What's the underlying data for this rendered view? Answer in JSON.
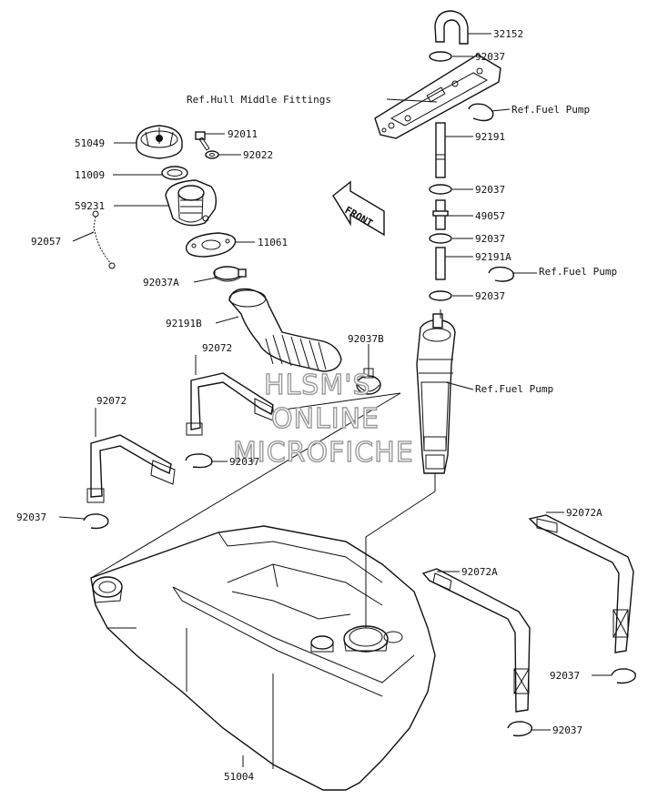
{
  "labels": {
    "p32152": "32152",
    "p92037_top": "92037",
    "ref_hull": "Ref.Hull Middle Fittings",
    "ref_pump_1": "Ref.Fuel Pump",
    "p92191": "92191",
    "p92037_2": "92037",
    "p49057": "49057",
    "p92037_3": "92037",
    "p92191A": "92191A",
    "ref_pump_2": "Ref.Fuel Pump",
    "p92037_4": "92037",
    "ref_pump_3": "Ref.Fuel Pump",
    "p51049": "51049",
    "p92011": "92011",
    "p92022": "92022",
    "p11009": "11009",
    "p59231": "59231",
    "p92057": "92057",
    "p11061": "11061",
    "p92037A": "92037A",
    "p92191B": "92191B",
    "p92037B": "92037B",
    "p92072_a": "92072",
    "p92072_b": "92072",
    "p92037_mid": "92037",
    "p92037_left": "92037",
    "p92072A_1": "92072A",
    "p92072A_2": "92072A",
    "p92037_r1": "92037",
    "p92037_r2": "92037",
    "p51004": "51004"
  },
  "arrow_text": "FRONT",
  "watermark": {
    "line1": "HLSM'S",
    "line2": "ONLINE",
    "line3": "MICROFICHE"
  }
}
